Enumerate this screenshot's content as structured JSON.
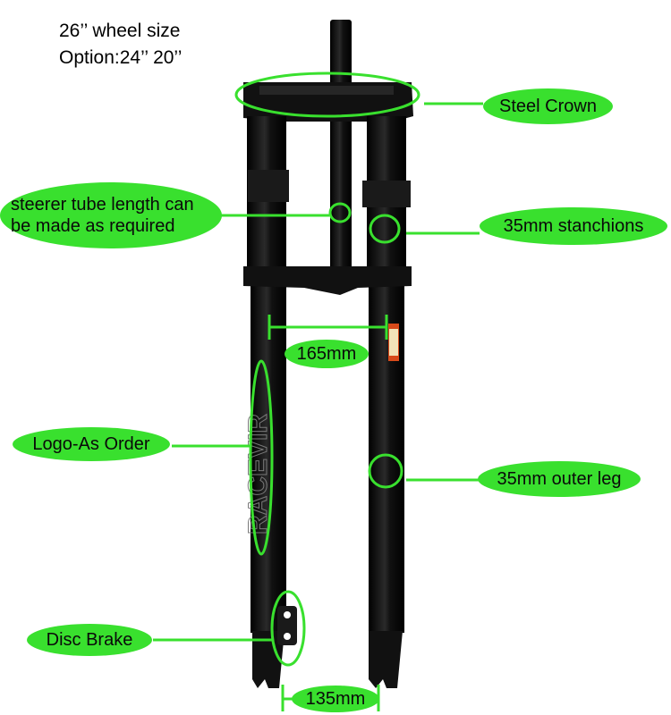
{
  "header": {
    "wheel_size": "26’’ wheel size",
    "options": "Option:24’’ 20’’"
  },
  "labels": {
    "steel_crown": "Steel Crown",
    "steerer_line1": "steerer tube length can",
    "steerer_line2": "be made as required",
    "stanchions": "35mm stanchions",
    "crown_width": "165mm",
    "logo": "Logo-As Order",
    "outer_leg": "35mm outer leg",
    "disc_brake": "Disc Brake",
    "hub_spacing": "135mm"
  },
  "colors": {
    "accent": "#39e02e",
    "fork": "#0c0c0c",
    "background": "#ffffff"
  }
}
